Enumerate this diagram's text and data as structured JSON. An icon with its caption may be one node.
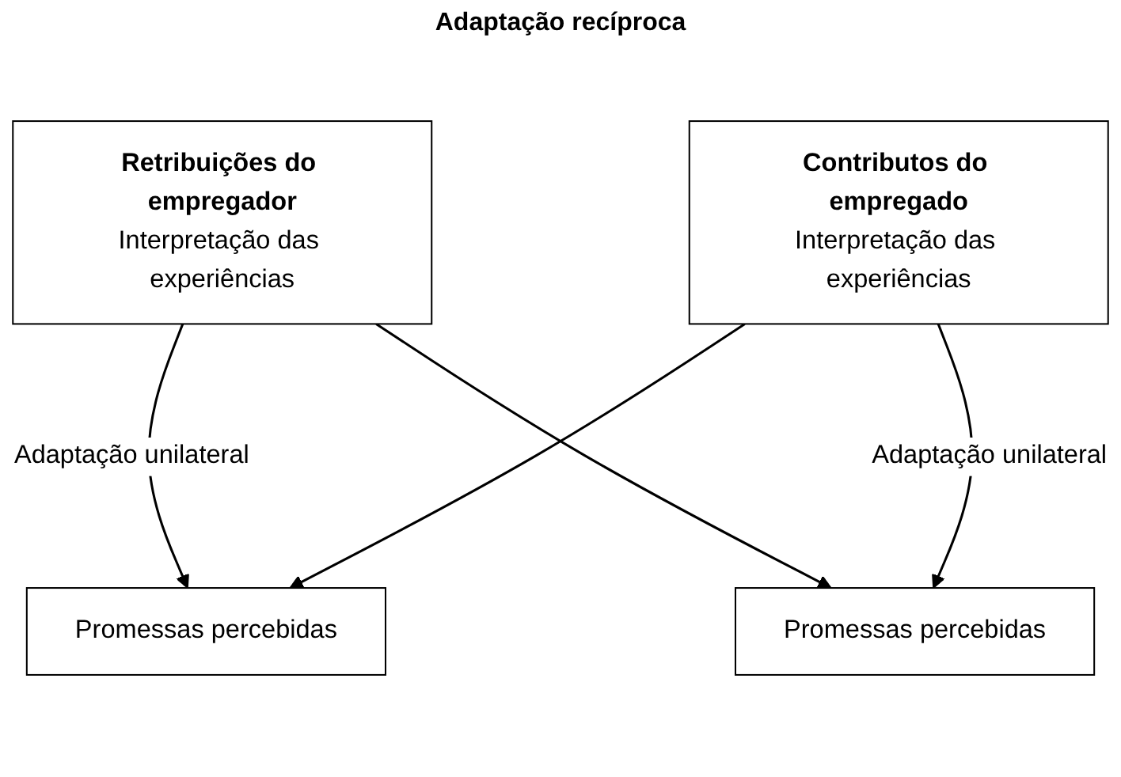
{
  "diagram": {
    "nodes": [
      {
        "text": [
          "Retribuições do empregador",
          "Interpretação das experiências"
        ]
      },
      {
        "text": [
          "Contributos do empregado",
          "Interpretação das experiências"
        ]
      },
      {
        "text": [
          "Promessas percebidas"
        ]
      },
      {
        "text": [
          "Promessas percebidas"
        ]
      }
    ],
    "edges": [
      {
        "from": 0,
        "to": 2,
        "arrow": "to",
        "label": "Adaptação unilateral"
      },
      {
        "from": 0,
        "to": 3,
        "arrow": "to"
      },
      {
        "from": 1,
        "to": 2,
        "arrow": "to"
      },
      {
        "from": 1,
        "to": 3,
        "arrow": "to",
        "label": "Adaptação unilateral"
      }
    ],
    "labels": [
      "Adaptação recíproca"
    ]
  }
}
